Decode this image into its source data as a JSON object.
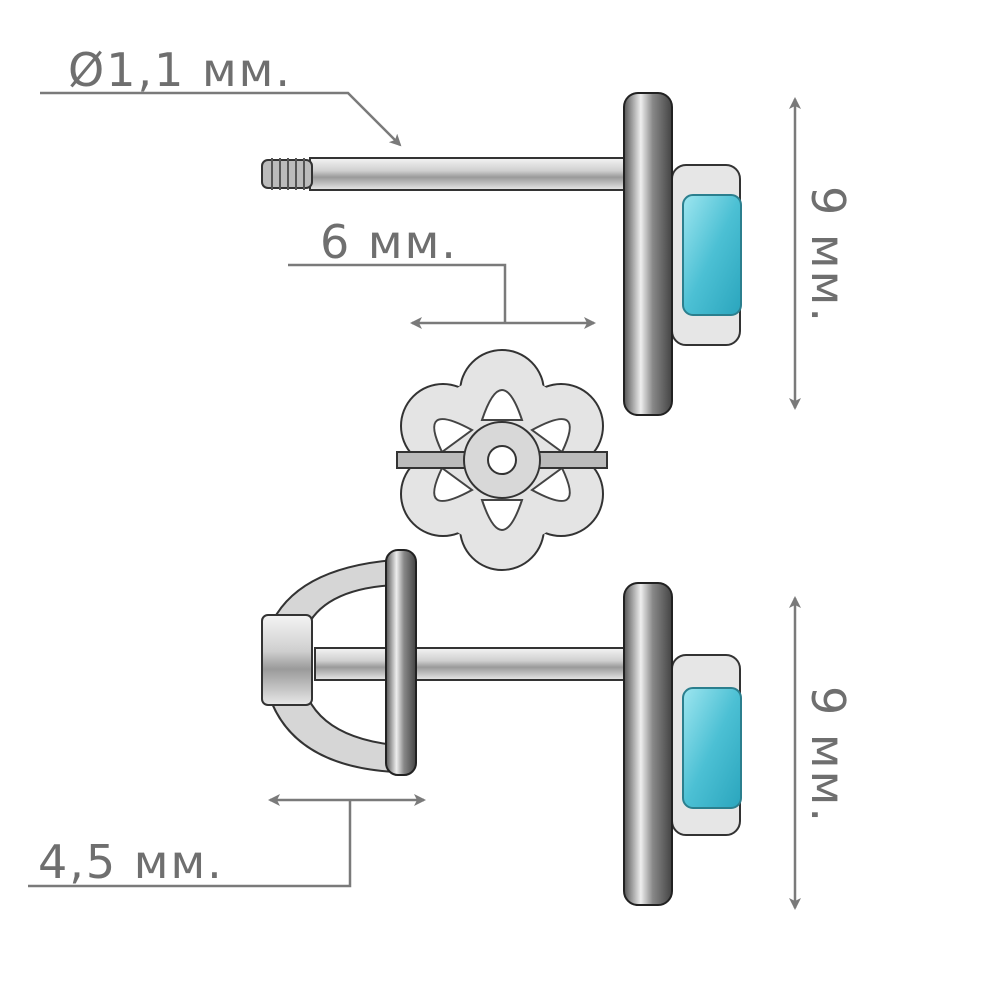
{
  "diagram": {
    "title": "Earring dimensions",
    "labels": {
      "pin_diameter": "Ø1,1 мм.",
      "pin_length": "6 мм.",
      "top_height": "9 мм.",
      "bottom_height": "9 мм.",
      "back_width": "4,5 мм."
    },
    "colors": {
      "dimension": "#6f6f6f",
      "stone": "#5cc6d8",
      "metal": "#c8c8c8"
    }
  }
}
